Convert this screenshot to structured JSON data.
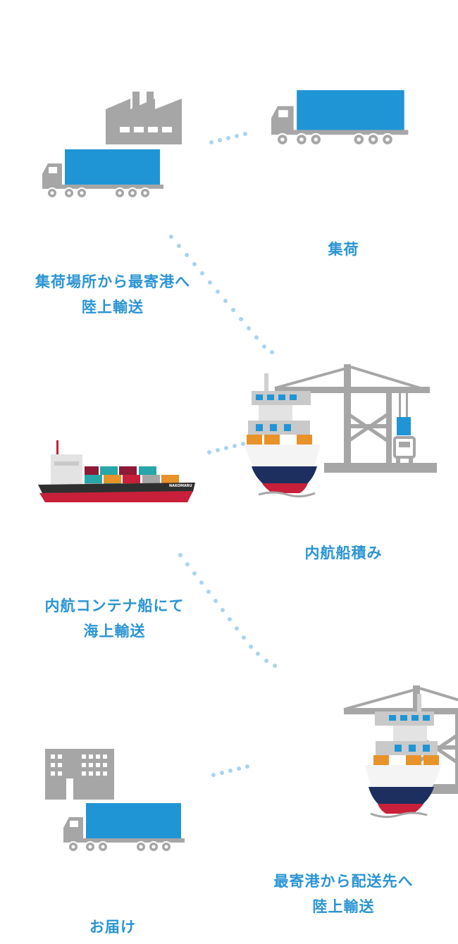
{
  "colors": {
    "gray": "#a6a6a6",
    "container_blue": "#1f95d6",
    "dot_blue": "#a9d4ee",
    "label_blue": "#2a94d4",
    "hull_navy": "#1c2f5f",
    "hull_red": "#c8203a",
    "cargo_orange": "#e8922a",
    "cargo_teal": "#27a7a8",
    "cargo_maroon": "#8d1a36"
  },
  "icons": [
    "factory-icon",
    "truck-icon",
    "port-crane-icon",
    "container-ship-icon",
    "office-building-icon"
  ],
  "steps": {
    "pickup": {
      "label": "集荷"
    },
    "land_transport_1": {
      "line1": "集荷場所から最寄港へ",
      "line2": "陸上輸送"
    },
    "loading": {
      "label": "内航船積み"
    },
    "sea_transport": {
      "line1": "内航コンテナ船にて",
      "line2": "海上輸送"
    },
    "land_transport_2": {
      "line1": "最寄港から配送先へ",
      "line2": "陸上輸送"
    },
    "delivery": {
      "label": "お届け"
    }
  },
  "ship": {
    "name": "NAKOMARU"
  }
}
